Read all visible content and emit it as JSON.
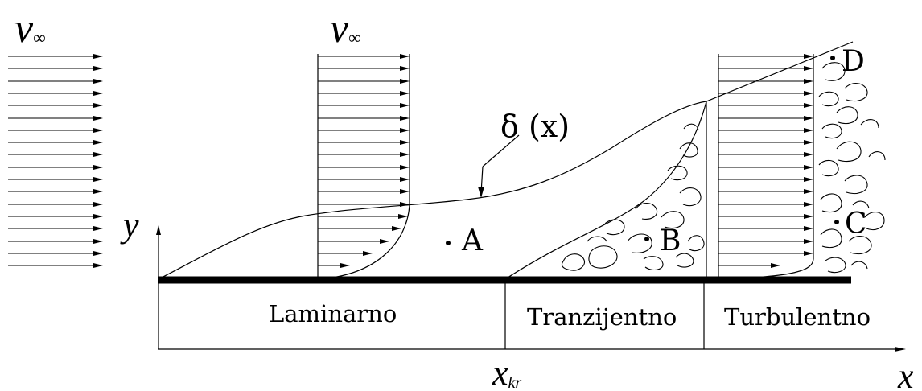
{
  "labels": {
    "v_left": "v",
    "v_left_sub": "∞",
    "v_mid": "v",
    "v_mid_sub": "∞",
    "delta": "δ (x)",
    "y_axis": "y",
    "x_axis": "x",
    "x_kr": "x",
    "x_kr_sub": "kr",
    "point_a": "A",
    "point_b": "B",
    "point_c": "C",
    "point_d": "D"
  },
  "regions": {
    "laminar": "Laminarno",
    "transitional": "Tranzijentno",
    "turbulent": "Turbulentno"
  },
  "colors": {
    "ink": "#000000",
    "background": "#ffffff"
  }
}
